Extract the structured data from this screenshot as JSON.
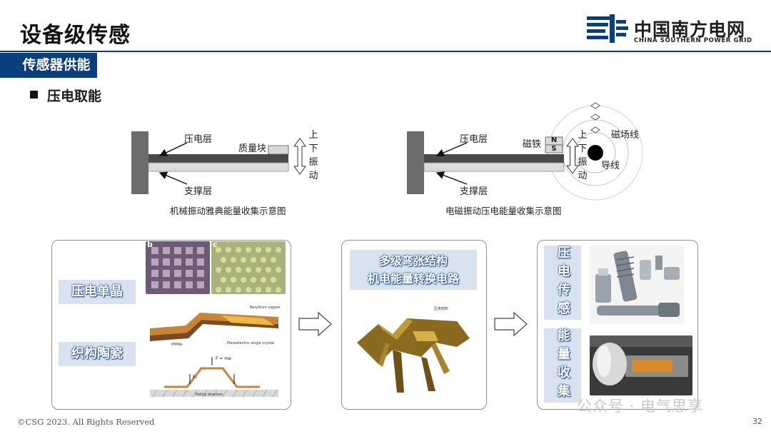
{
  "header": {
    "title": "设备级传感",
    "logo_cn": "中国南方电网",
    "logo_en": "CHINA SOUTHERN POWER GRID"
  },
  "section": {
    "label": "传感器供能"
  },
  "bullet": {
    "text": "压电取能"
  },
  "diagram_left": {
    "piezo_layer": "压电层",
    "mass_block": "质量块",
    "support_layer": "支撑层",
    "vibration": [
      "上",
      "下",
      "振",
      "动"
    ],
    "caption": "机械振动雅典能量收集示意图"
  },
  "diagram_right": {
    "piezo_layer": "压电层",
    "magnet": "磁铁",
    "pole_n": "N",
    "pole_s": "S",
    "field_lines": "磁场线",
    "wire": "导线",
    "support_layer": "支撑层",
    "vibration": [
      "上",
      "下",
      "振",
      "动"
    ],
    "caption": "电磁振动压电能量收集示意图"
  },
  "panel1": {
    "tag_single_crystal": "压电单晶",
    "tag_textured_ceramic": "织构陶瓷",
    "subfig_b": "b",
    "subfig_c": "c",
    "fig_labels": [
      "Beryllium copper",
      "PMMA",
      "Piezoelectric single crystal",
      "F = ma",
      "Fₙ",
      "Poling direction"
    ]
  },
  "panel2": {
    "tag_line1": "多级弯张结构",
    "tag_line2": "机电能量转换电路",
    "fig_label": "压电材料"
  },
  "panel3": {
    "tag_sensing": "压电传感",
    "tag_harvest": "能量收集"
  },
  "footer": {
    "copyright": "©CSG 2023. All Rights Reserved",
    "page": "32",
    "watermark": "公众号 · 电气思享"
  }
}
